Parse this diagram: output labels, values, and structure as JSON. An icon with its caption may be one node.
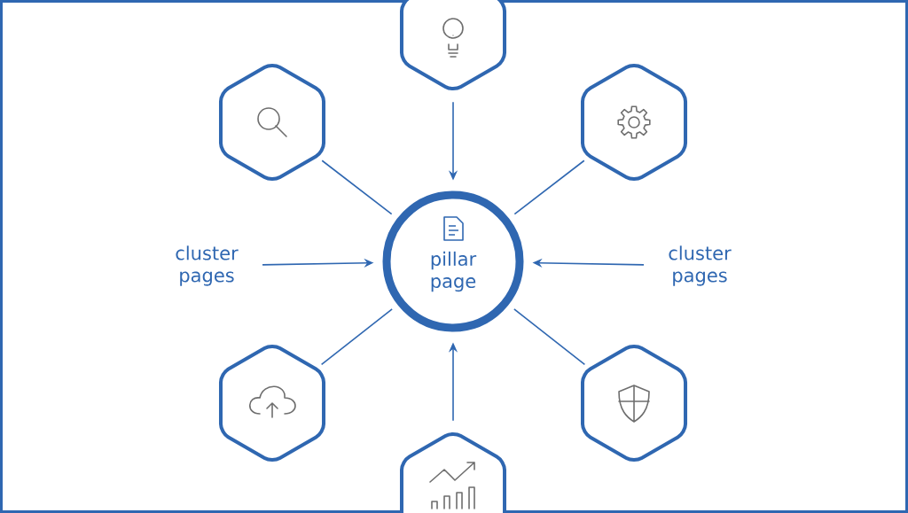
{
  "diagram": {
    "nodes": [
      {
        "text": [
          "pillar page"
        ]
      },
      {
        "text": [],
        "shape": "hexagon"
      },
      {
        "text": [],
        "shape": "hexagon"
      },
      {
        "text": [],
        "shape": "hexagon"
      },
      {
        "text": [
          "cluster pages"
        ]
      },
      {
        "text": [
          "cluster pages"
        ]
      },
      {
        "text": [],
        "shape": "hexagon"
      },
      {
        "text": [],
        "shape": "hexagon"
      },
      {
        "text": [],
        "shape": "hexagon"
      }
    ],
    "edges": [
      {
        "from": 1,
        "to": 0,
        "arrow": "to"
      },
      {
        "from": 2,
        "to": 0,
        "arrow": "none"
      },
      {
        "from": 3,
        "to": 0,
        "arrow": "none"
      },
      {
        "from": 4,
        "to": 0,
        "arrow": "to"
      },
      {
        "from": 5,
        "to": 0,
        "arrow": "to"
      },
      {
        "from": 6,
        "to": 0,
        "arrow": "none"
      },
      {
        "from": 7,
        "to": 0,
        "arrow": "none"
      },
      {
        "from": 8,
        "to": 0,
        "arrow": "to"
      }
    ]
  }
}
